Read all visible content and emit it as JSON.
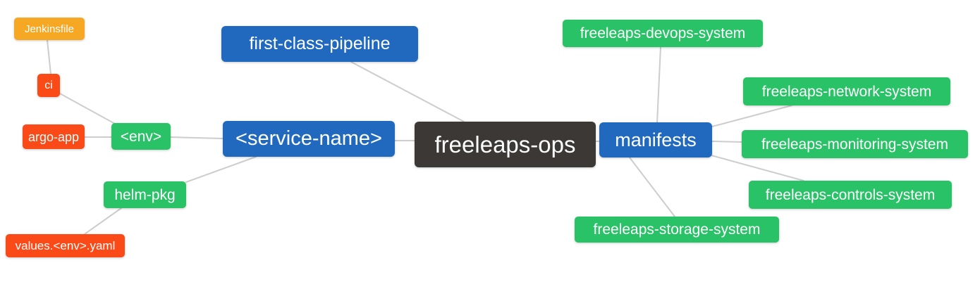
{
  "title": "freeleaps-ops mind map",
  "colors": {
    "dark": "#3c3836",
    "blue": "#2169be",
    "green": "#29c267",
    "orange": "#f6a723",
    "red": "#f94a17",
    "edge": "#cdcdcd",
    "node_text": "#ffffff",
    "background": "#ffffff"
  },
  "diagram": {
    "nodes": [
      {
        "id": "freeleaps-ops",
        "label": "freeleaps-ops",
        "color": "dark",
        "role": "root"
      },
      {
        "id": "first-class-pipeline",
        "label": "first-class-pipeline",
        "color": "blue",
        "role": "branch"
      },
      {
        "id": "service-name",
        "label": "<service-name>",
        "color": "blue",
        "role": "branch"
      },
      {
        "id": "manifests",
        "label": "manifests",
        "color": "blue",
        "role": "branch"
      },
      {
        "id": "env",
        "label": "<env>",
        "color": "green",
        "role": "leaf"
      },
      {
        "id": "helm-pkg",
        "label": "helm-pkg",
        "color": "green",
        "role": "leaf"
      },
      {
        "id": "ci",
        "label": "ci",
        "color": "red",
        "role": "leaf"
      },
      {
        "id": "argo-app",
        "label": "argo-app",
        "color": "red",
        "role": "leaf"
      },
      {
        "id": "jenkinsfile",
        "label": "Jenkinsfile",
        "color": "orange",
        "role": "leaf"
      },
      {
        "id": "values-env-yaml",
        "label": "values.<env>.yaml",
        "color": "red",
        "role": "leaf"
      },
      {
        "id": "freeleaps-devops-system",
        "label": "freeleaps-devops-system",
        "color": "green",
        "role": "leaf"
      },
      {
        "id": "freeleaps-network-system",
        "label": "freeleaps-network-system",
        "color": "green",
        "role": "leaf"
      },
      {
        "id": "freeleaps-monitoring-system",
        "label": "freeleaps-monitoring-system",
        "color": "green",
        "role": "leaf"
      },
      {
        "id": "freeleaps-controls-system",
        "label": "freeleaps-controls-system",
        "color": "green",
        "role": "leaf"
      },
      {
        "id": "freeleaps-storage-system",
        "label": "freeleaps-storage-system",
        "color": "green",
        "role": "leaf"
      }
    ],
    "edges": [
      {
        "from": "jenkinsfile",
        "to": "ci"
      },
      {
        "from": "ci",
        "to": "env"
      },
      {
        "from": "argo-app",
        "to": "env"
      },
      {
        "from": "env",
        "to": "service-name"
      },
      {
        "from": "helm-pkg",
        "to": "service-name"
      },
      {
        "from": "values-env-yaml",
        "to": "helm-pkg"
      },
      {
        "from": "service-name",
        "to": "freeleaps-ops"
      },
      {
        "from": "first-class-pipeline",
        "to": "freeleaps-ops"
      },
      {
        "from": "freeleaps-ops",
        "to": "manifests"
      },
      {
        "from": "manifests",
        "to": "freeleaps-devops-system"
      },
      {
        "from": "manifests",
        "to": "freeleaps-network-system"
      },
      {
        "from": "manifests",
        "to": "freeleaps-monitoring-system"
      },
      {
        "from": "manifests",
        "to": "freeleaps-controls-system"
      },
      {
        "from": "manifests",
        "to": "freeleaps-storage-system"
      }
    ]
  }
}
